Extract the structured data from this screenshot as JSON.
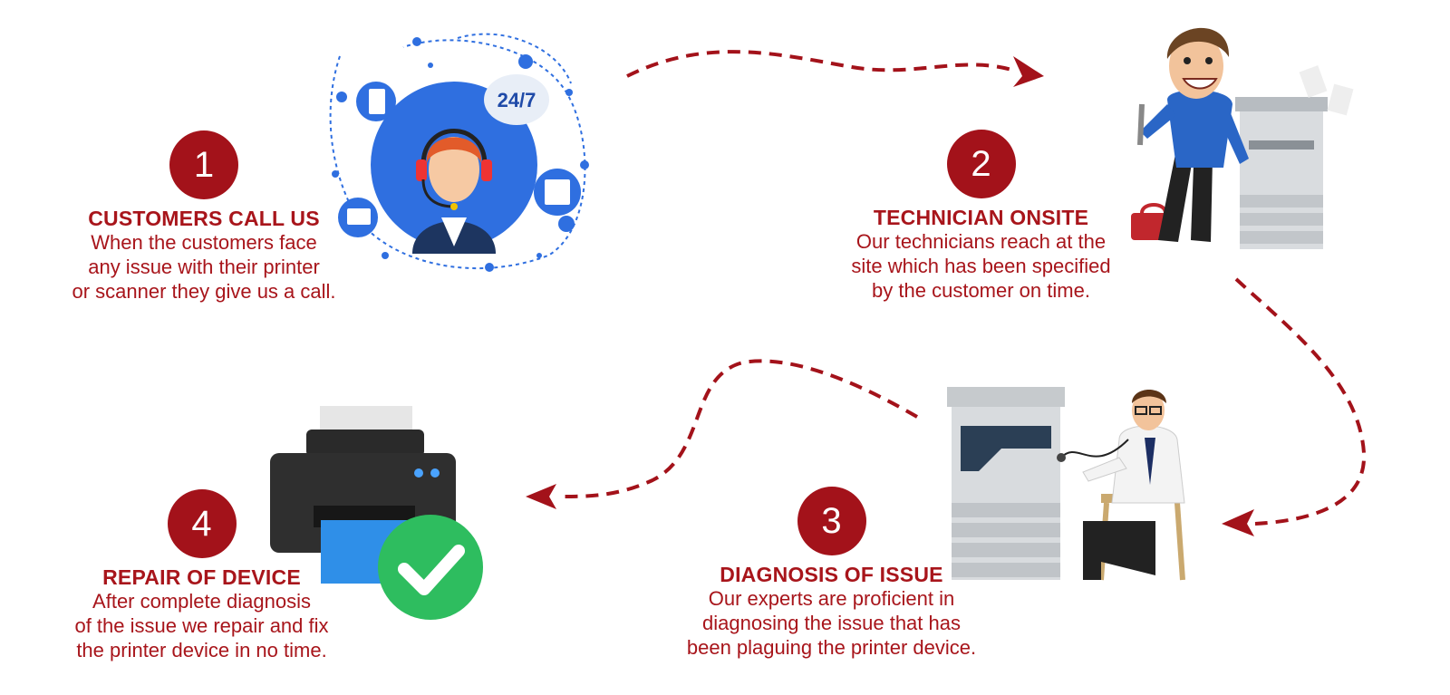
{
  "steps": [
    {
      "number": "1",
      "title": "CUSTOMERS CALL US",
      "lines": [
        "When the customers face",
        "any issue with their printer",
        "or scanner they give us a call."
      ]
    },
    {
      "number": "2",
      "title": "TECHNICIAN ONSITE",
      "lines": [
        "Our technicians reach at the",
        "site which has been specified",
        "by the customer on time."
      ]
    },
    {
      "number": "3",
      "title": "DIAGNOSIS OF ISSUE",
      "lines": [
        "Our experts are proficient in",
        "diagnosing the issue that has",
        "been plaguing the printer device."
      ]
    },
    {
      "number": "4",
      "title": "REPAIR OF DEVICE",
      "lines": [
        "After complete diagnosis",
        "of the issue we repair and fix",
        "the printer device in no time."
      ]
    }
  ],
  "support_badge": "24/7",
  "colors": {
    "accent": "#a3121a",
    "text": "#a8151b",
    "blue": "#2f6fe0",
    "check": "#2ebd5f"
  }
}
